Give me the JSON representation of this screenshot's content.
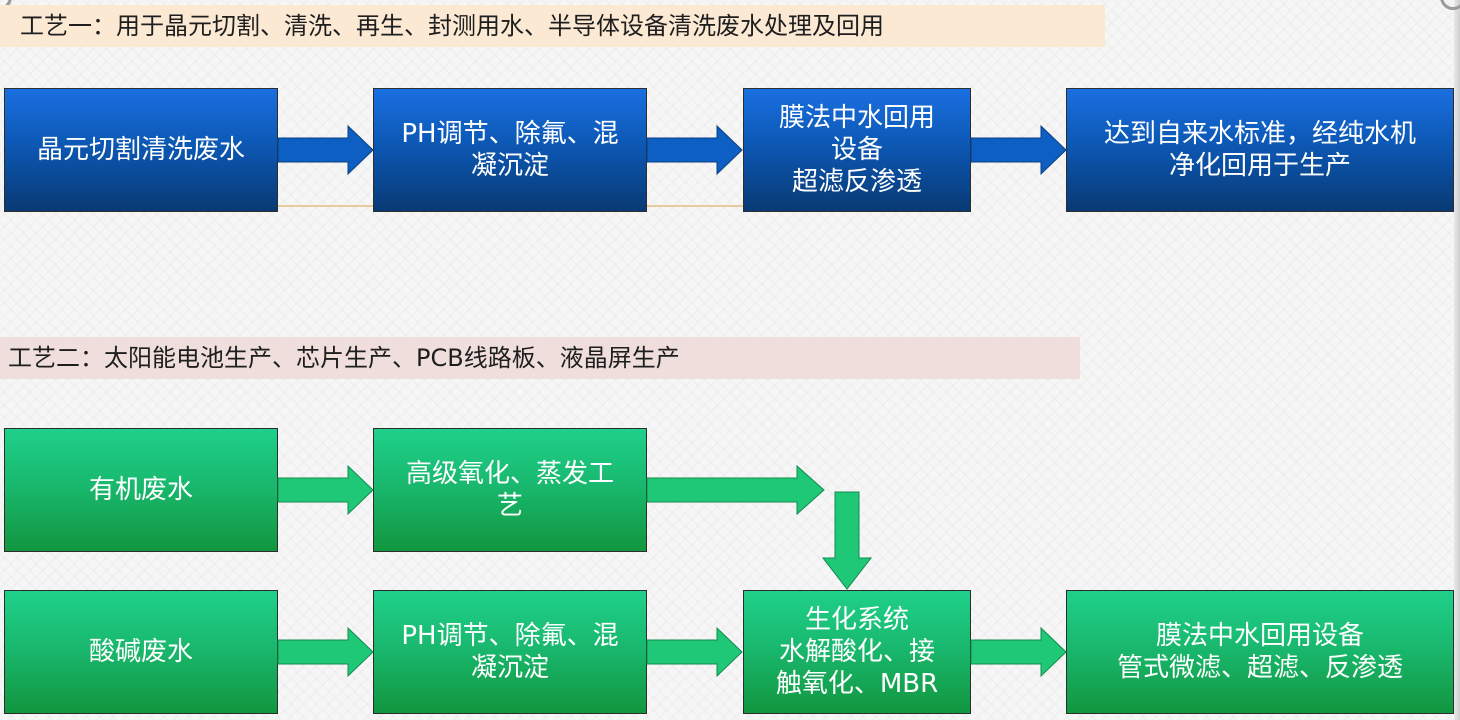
{
  "process1": {
    "title": "工艺一：用于晶元切割、清洗、再生、封测用水、半导体设备清洗废水处理及回用",
    "steps": [
      "晶元切割清洗废水",
      "PH调节、除氟、混\n凝沉淀",
      "膜法中水回用\n设备\n超滤反渗透",
      "达到自来水标准，经纯水机\n净化回用于生产"
    ]
  },
  "process2": {
    "title": "工艺二：太阳能电池生产、芯片生产、PCB线路板、液晶屏生产",
    "top_row": [
      "有机废水",
      "高级氧化、蒸发工\n艺"
    ],
    "bottom_row": [
      "酸碱废水",
      "PH调节、除氟、混\n凝沉淀",
      "生化系统\n水解酸化、接\n触氧化、MBR",
      "膜法中水回用设备\n管式微滤、超滤、反渗透"
    ]
  },
  "colors": {
    "blue_box_top": "#1a6fe0",
    "blue_box_bottom": "#093a74",
    "blue_arrow": "#0d5fc4",
    "green_box_top": "#1fd08a",
    "green_box_bottom": "#12963f",
    "green_arrow": "#1ec877",
    "banner1_bg": "#fbe9d3",
    "banner2_bg": "#efdedc"
  }
}
